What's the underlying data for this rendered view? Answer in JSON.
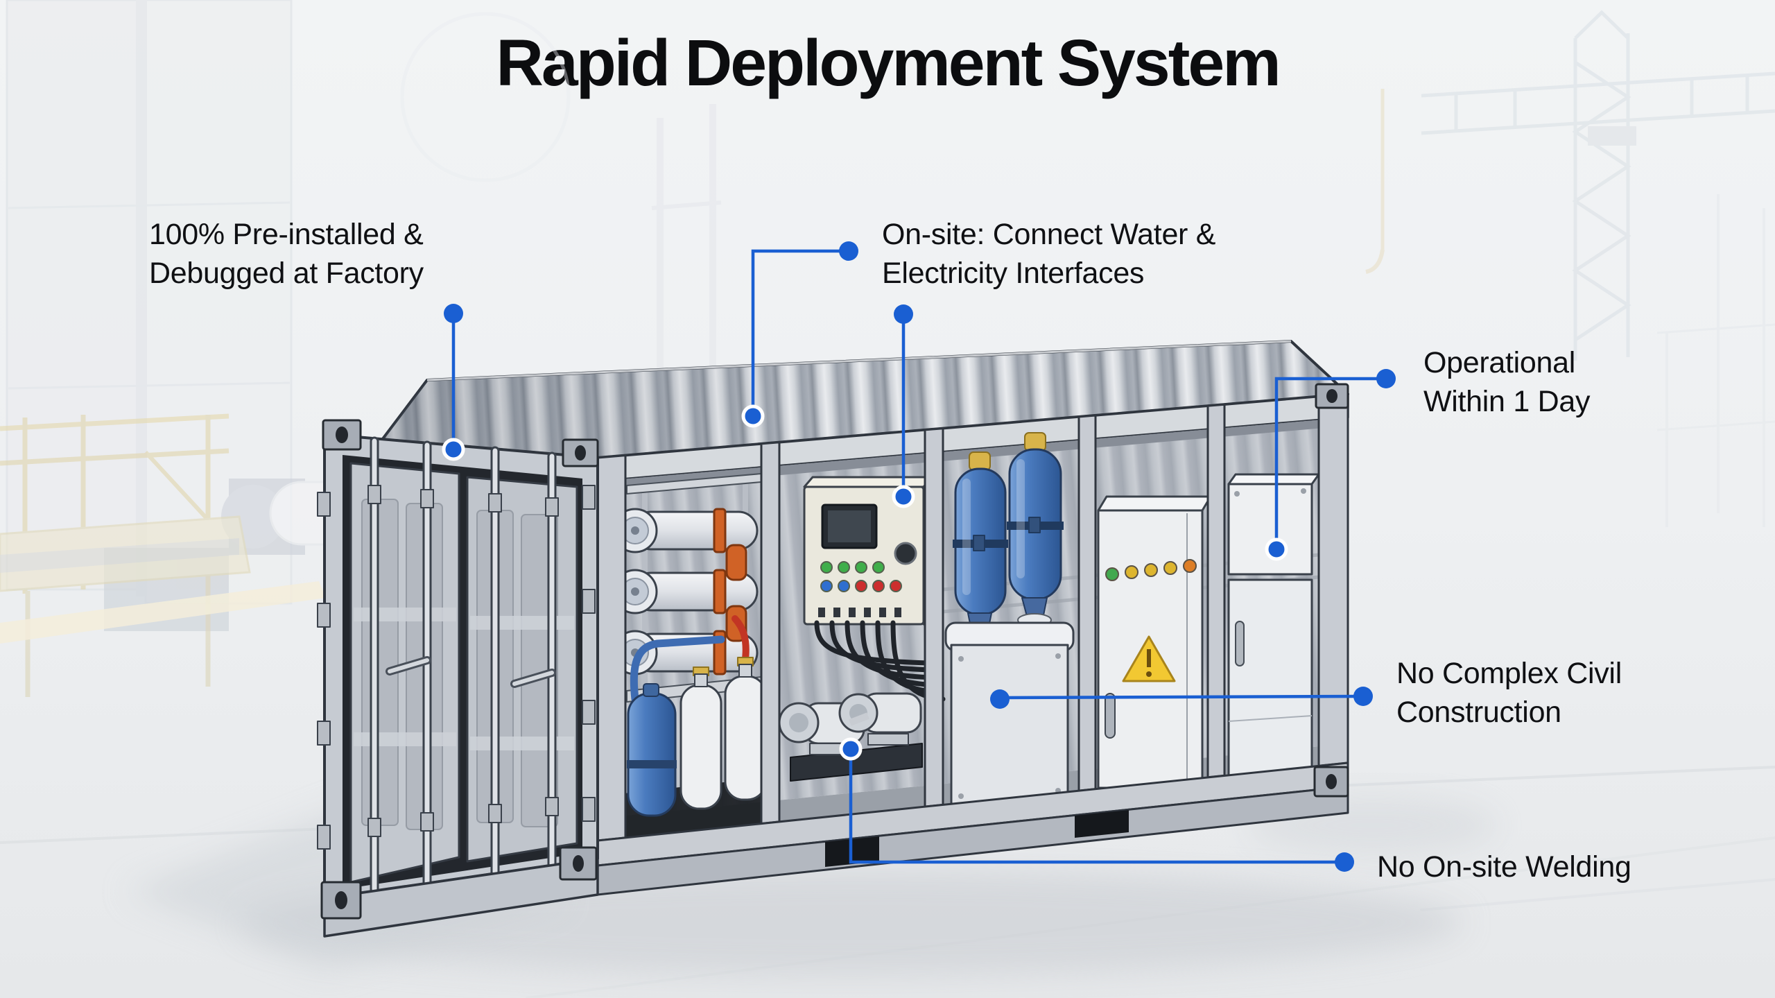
{
  "title": "Rapid Deployment System",
  "callouts": {
    "factory": {
      "text": "100% Pre-installed &\nDebugged at Factory"
    },
    "onsite": {
      "text": "On-site: Connect Water &\nElectricity Interfaces"
    },
    "operational": {
      "text": "Operational\nWithin 1 Day"
    },
    "civil": {
      "text": "No Complex Civil\nConstruction"
    },
    "welding": {
      "text": "No On-site Welding"
    }
  },
  "colors": {
    "accent_blue": "#1a5fd2",
    "text_dark": "#0f1013",
    "background": "#eef0f2"
  },
  "illustration": {
    "subject": "open-side shipping container with pre-installed water treatment equipment",
    "components": [
      "container-doors",
      "corrugated-roof",
      "membrane-vessels",
      "filter-cylinders",
      "buffer-tank",
      "control-panel",
      "cable-bundle",
      "pump-skid",
      "bladder-tanks",
      "storage-tank",
      "electrical-cabinet",
      "equipment-boxes"
    ]
  }
}
